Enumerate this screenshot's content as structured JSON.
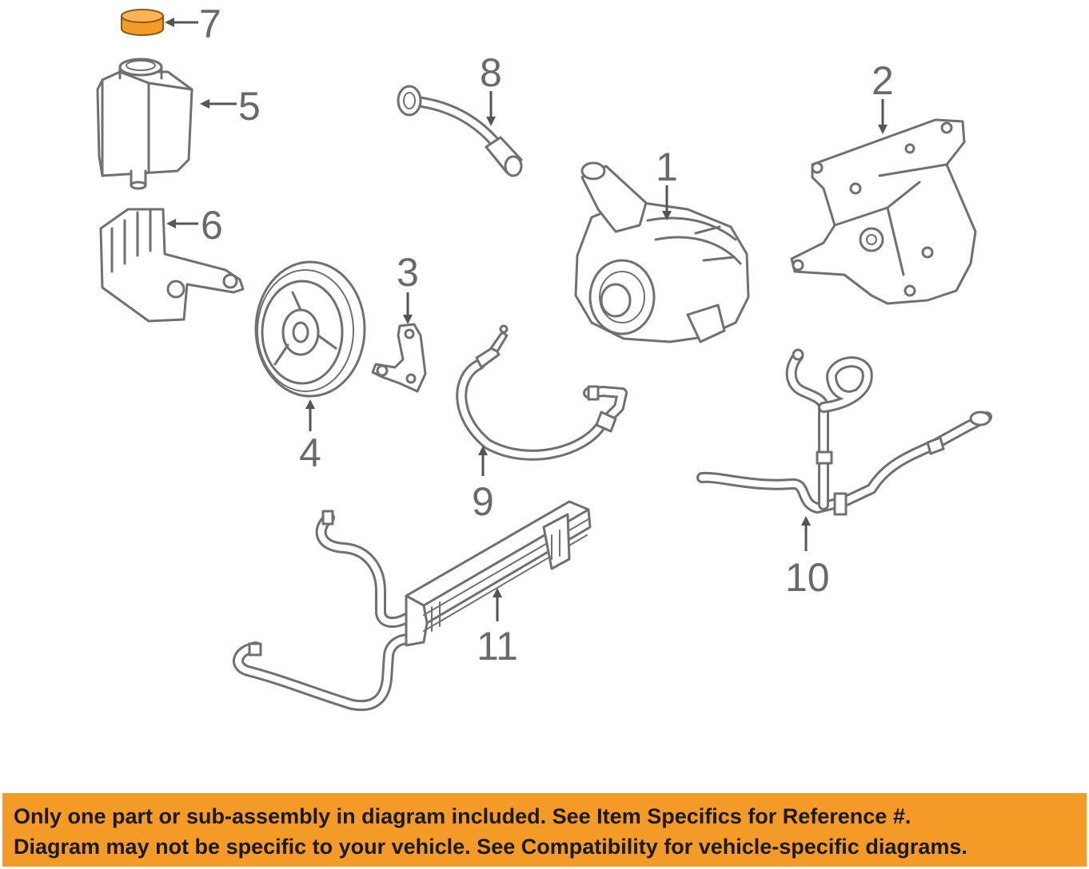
{
  "labels": {
    "p1": "1",
    "p2": "2",
    "p3": "3",
    "p4": "4",
    "p5": "5",
    "p6": "6",
    "p7": "7",
    "p8": "8",
    "p9": "9",
    "p10": "10",
    "p11": "11"
  },
  "highlight_color": "#f49a27",
  "banner": {
    "line1": "Only one part or sub-assembly in diagram included. See Item Specifics for Reference #.",
    "line2": "Diagram may not be specific to your vehicle. See Compatibility for vehicle-specific diagrams."
  }
}
